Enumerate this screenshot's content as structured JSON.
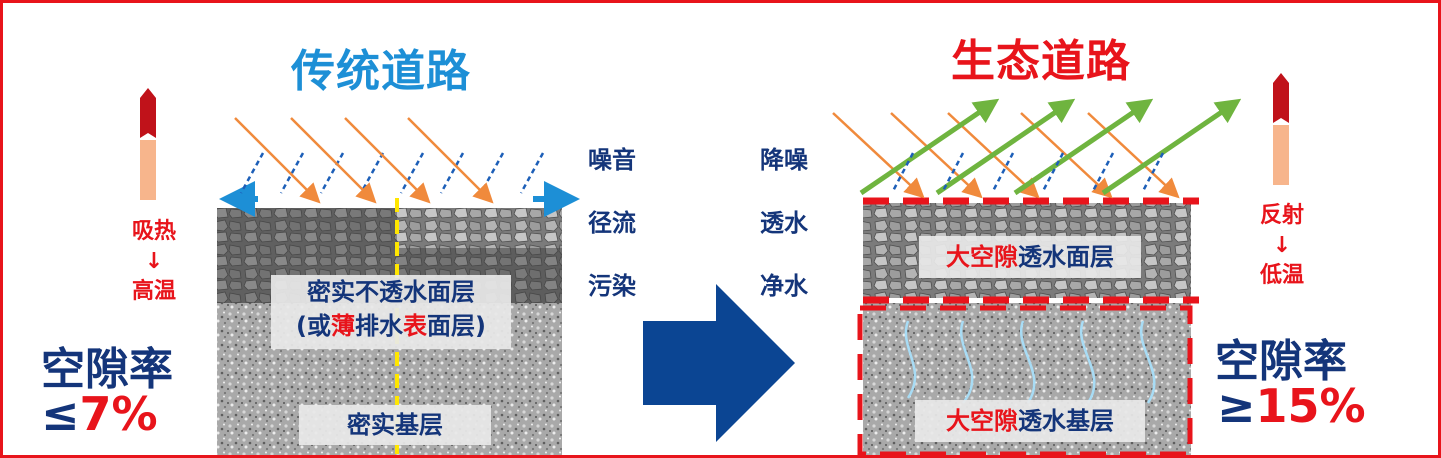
{
  "left": {
    "title": "传统道路",
    "effects": [
      "噪音",
      "径流",
      "污染"
    ],
    "heat_top": "吸热",
    "heat_arrow": "↓",
    "heat_bottom": "高温",
    "void_label": "空隙率",
    "void_symbol": "≤",
    "void_value": "7%",
    "surface_line1": "密实不透水面层",
    "surface_line2_open": "(或",
    "surface_line2_hl1": "薄",
    "surface_line2_mid": "排水",
    "surface_line2_hl2": "表",
    "surface_line2_close": "面层)",
    "base_label": "密实基层"
  },
  "right": {
    "title": "生态道路",
    "effects": [
      "降噪",
      "透水",
      "净水"
    ],
    "heat_top": "反射",
    "heat_arrow": "↓",
    "heat_bottom": "低温",
    "void_label": "空隙率",
    "void_symbol": "≥",
    "void_value": "15%",
    "surface_hl": "大空隙",
    "surface_rest": "透水面层",
    "base_hl": "大空隙",
    "base_rest": "透水基层"
  },
  "colors": {
    "frame": "#e8141b",
    "title_left": "#1d8fd6",
    "title_right": "#e8141b",
    "navy": "#14357a",
    "sun_arrow": "#f08a3c",
    "reflect_arrow": "#6fb43f",
    "big_arrow": "#0b4593",
    "water_arrow": "#1d8fd6"
  }
}
